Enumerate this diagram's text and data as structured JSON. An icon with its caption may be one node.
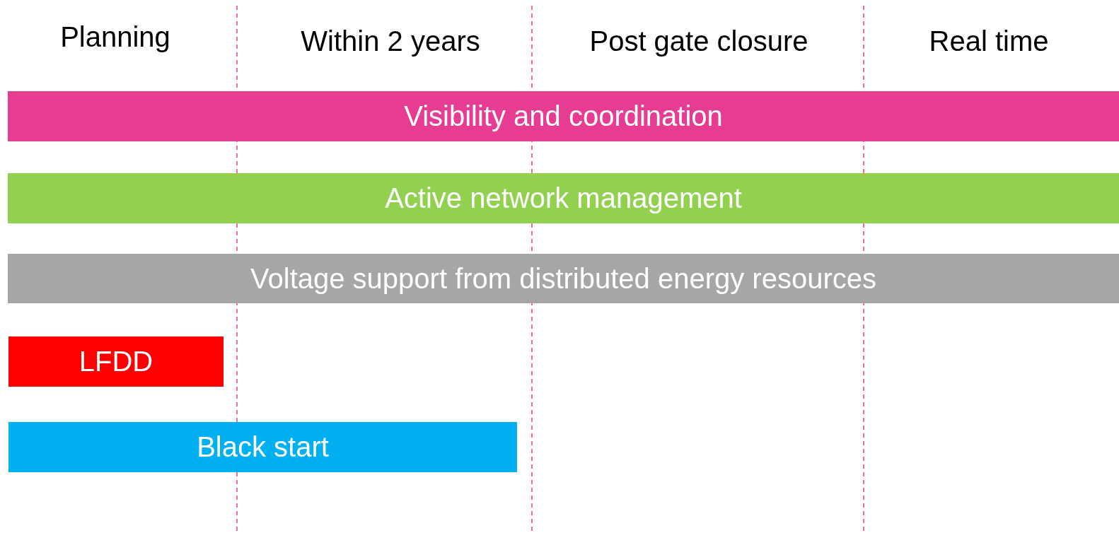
{
  "diagram": {
    "nodes": [
      {
        "text": [
          "Visibility and coordination"
        ]
      },
      {
        "text": [
          "Active network management"
        ]
      },
      {
        "text": [
          "Voltage support from distributed energy resources"
        ]
      },
      {
        "text": [
          "LFDD"
        ]
      },
      {
        "text": [
          "Black start"
        ]
      }
    ],
    "labels": [
      "Planning",
      "Within 2 years",
      "Post gate closure",
      "Real time"
    ]
  }
}
